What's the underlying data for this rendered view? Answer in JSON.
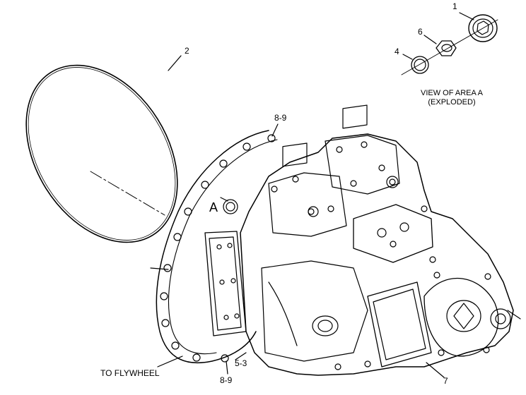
{
  "diagram": {
    "callouts": {
      "c1": "1",
      "c2": "2",
      "c4": "4",
      "c6": "6",
      "c7": "7",
      "c53": "5-3",
      "c89_top": "8-9",
      "c89_bottom": "8-9",
      "area_marker": "A"
    },
    "view_caption_line1": "VIEW OF AREA A",
    "view_caption_line2": "(EXPLODED)",
    "to_flywheel": "TO FLYWHEEL"
  }
}
